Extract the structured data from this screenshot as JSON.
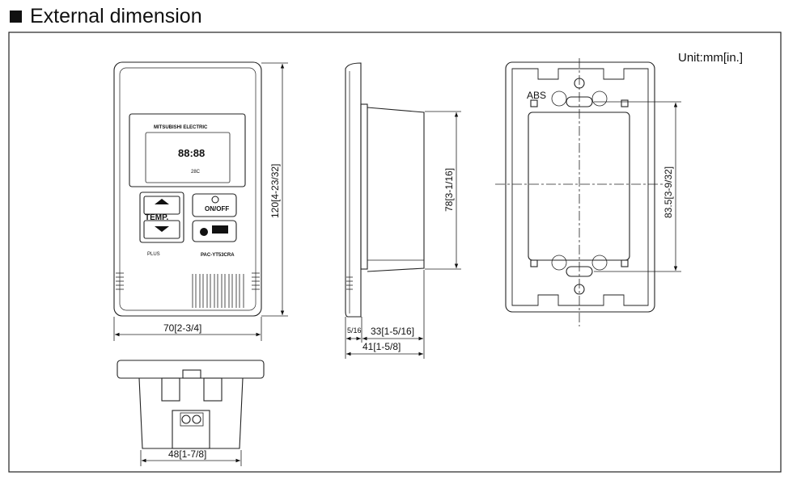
{
  "header": {
    "title": "External dimension"
  },
  "unit_label": "Unit:mm[in.]",
  "material_label": "ABS",
  "front_view": {
    "width_label": "70[2-3/4]",
    "height_label": "120[4-23/32]",
    "brand_text": "MITSUBISHI ELECTRIC",
    "temp_label": "TEMP.",
    "onoff_label": "ON/OFF",
    "model_label": "PAC-YT53CRA",
    "lcd_text": "88:88",
    "lcd_temp": "28C",
    "logo_text": "PLUS"
  },
  "side_view": {
    "height_label": "78[3-1/16]",
    "front_depth_label": "5/16",
    "back_depth_label": "33[1-5/16]",
    "total_depth_label": "41[1-5/8]"
  },
  "back_view": {
    "mounting_pitch_label": "83.5[3-9/32]"
  },
  "bottom_view": {
    "width_label": "48[1-7/8]"
  }
}
